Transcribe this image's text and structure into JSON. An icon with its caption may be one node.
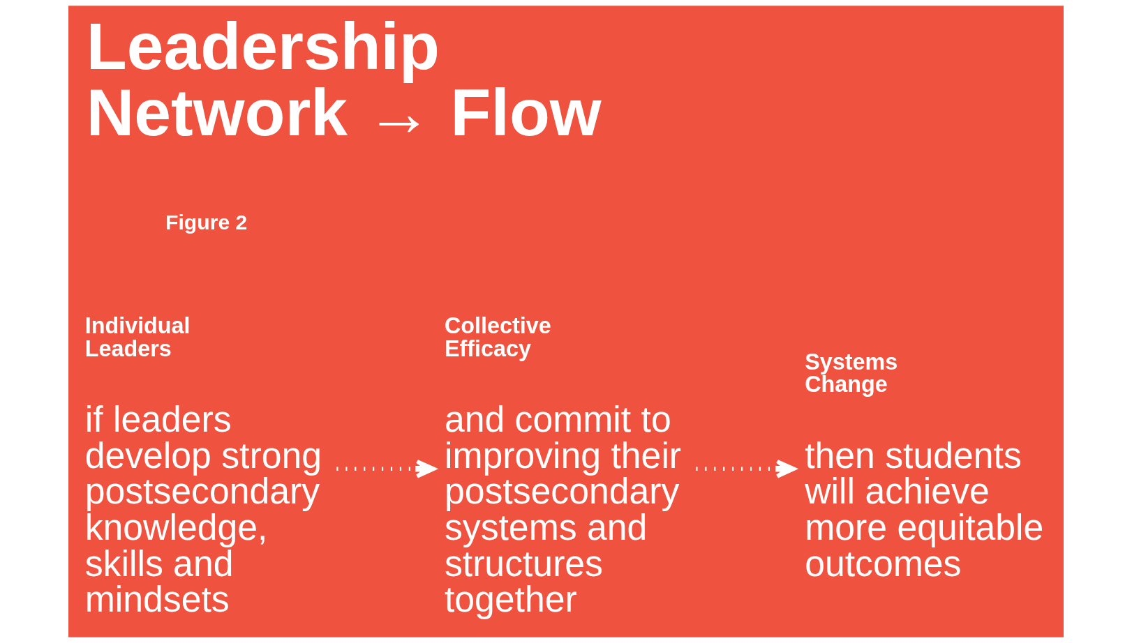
{
  "diagram": {
    "title": "Leadership Network → Flow",
    "nodes": [
      {
        "text": [
          "Individual Leaders",
          "if leaders develop strong postsecondary knowledge, skills and mindsets"
        ]
      },
      {
        "text": [
          "Collective Efficacy",
          "and commit to improving their postsecondary systems and structures together"
        ]
      },
      {
        "text": [
          "Systems Change",
          "then students will achieve more equitable outcomes"
        ]
      }
    ],
    "edges": [
      {
        "from": 0,
        "to": 1,
        "arrow": "to"
      },
      {
        "from": 1,
        "to": 2,
        "arrow": "to"
      }
    ],
    "labels": [
      "Figure 2"
    ]
  }
}
